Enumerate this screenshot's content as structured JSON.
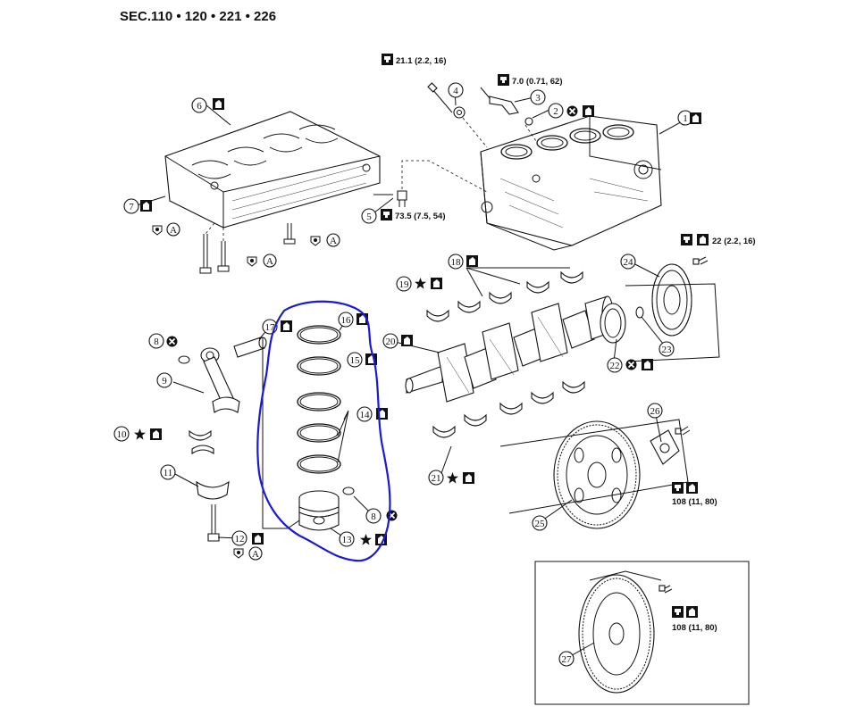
{
  "header": {
    "section": "SEC.110 • 120 • 221 • 226"
  },
  "torques": {
    "t1": "21.1 (2.2, 16)",
    "t2": "7.0 (0.71, 62)",
    "t3": "73.5 (7.5, 54)",
    "t4": "22 (2.2, 16)",
    "t5": "108 (11, 80)",
    "t6": "108 (11, 80)"
  },
  "symbols": {
    "a": "A"
  },
  "callouts": [
    "1",
    "2",
    "3",
    "4",
    "5",
    "6",
    "7",
    "8",
    "9",
    "10",
    "11",
    "12",
    "13",
    "14",
    "15",
    "16",
    "17",
    "18",
    "19",
    "20",
    "21",
    "22",
    "23",
    "24",
    "25",
    "26",
    "27"
  ],
  "markers": [
    "circle",
    "rect",
    "rect",
    "circle",
    "circle",
    "circle",
    "circle",
    "circle",
    "circle",
    "circle",
    "circle",
    "circle",
    "circle",
    "circle",
    "circle",
    "circle",
    "circle",
    "circle",
    "circle",
    "circle",
    "circle",
    "circle",
    "circle",
    "circle",
    "circle",
    "circle",
    "circle"
  ],
  "colors": {
    "annotation": "#1a1ad4",
    "ink": "#111111"
  }
}
